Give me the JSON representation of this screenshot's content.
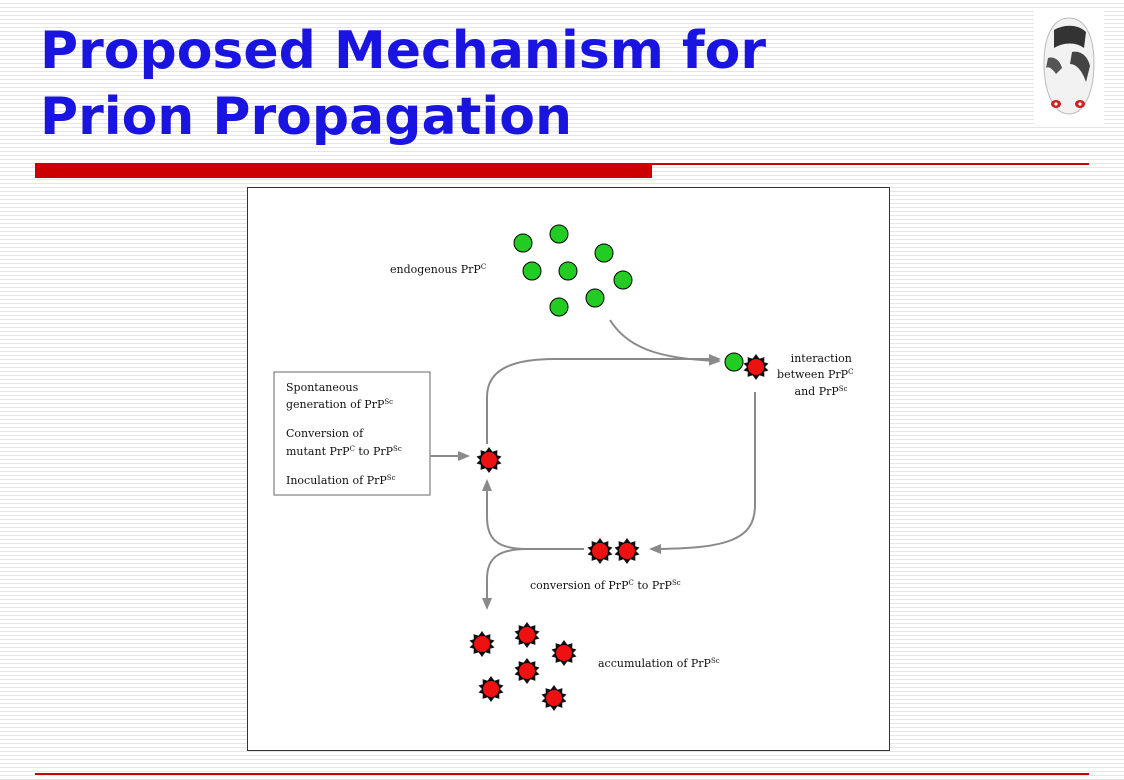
{
  "slide": {
    "title_line1": "Proposed Mechanism for",
    "title_line2": "Prion Propagation"
  },
  "colors": {
    "title": "#1a14e0",
    "rule": "#cc0000",
    "prpc": "#22cc22",
    "prpsc": "#ee1111"
  },
  "diagram": {
    "endogenous": {
      "text": "endogenous PrP",
      "sup": "C"
    },
    "interaction": {
      "line1": "interaction",
      "line2": "between PrP",
      "line2_sup": "C",
      "line3": "and PrP",
      "line3_sup": "Sc"
    },
    "sources": {
      "item1_line1": "Spontaneous",
      "item1_line2": "generation of PrP",
      "item1_sup": "Sc",
      "item2_line1": "Conversion of",
      "item2_line2a": "mutant PrP",
      "item2_sup1": "C",
      "item2_line2b": " to PrP",
      "item2_sup2": "Sc",
      "item3": "Inoculation of PrP",
      "item3_sup": "Sc"
    },
    "conversion": {
      "a": "conversion of PrP",
      "sup1": "C",
      "b": " to PrP",
      "sup2": "Sc"
    },
    "accumulation": {
      "text": "accumulation of PrP",
      "sup": "Sc"
    }
  }
}
